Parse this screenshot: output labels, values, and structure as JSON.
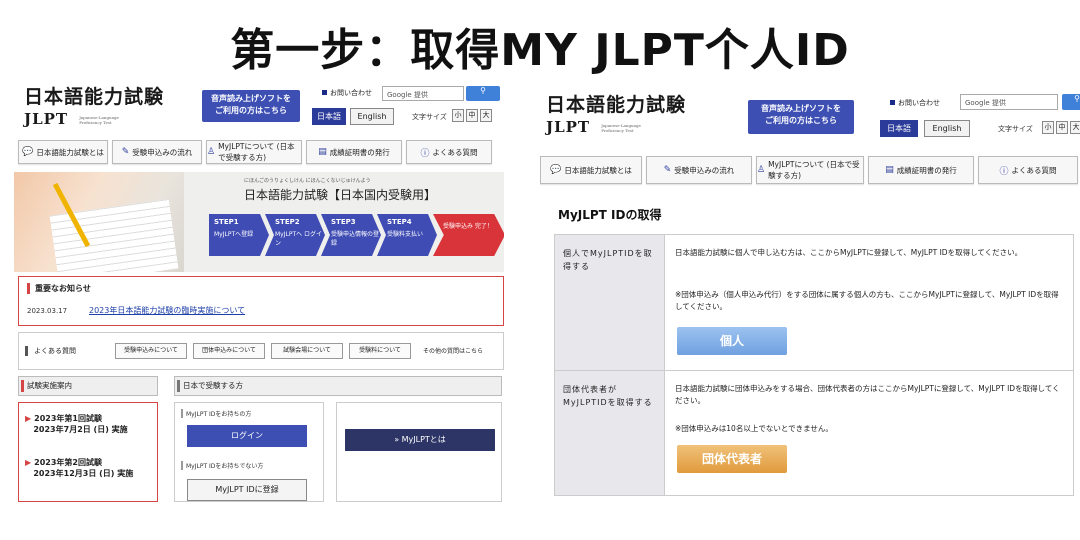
{
  "main_title": "第一步：取得MY JLPT个人ID",
  "header": {
    "logo_jp": "日本語能力試験",
    "logo_en": "JLPT",
    "logo_sub": "Japanese-Language Proficiency Test",
    "banner_line1": "音声読み上げソフトを",
    "banner_line2": "ご利用の方はこちら",
    "contact": "お問い合わせ",
    "search_placeholder": "Google 提供",
    "search_icon": "search-icon",
    "lang_jp": "日本語",
    "lang_en": "English",
    "font_size_label": "文字サイズ",
    "font_sizes": [
      "小",
      "中",
      "大"
    ]
  },
  "nav": [
    {
      "icon": "speech-bubble-icon",
      "label": "日本語能力試験とは"
    },
    {
      "icon": "pencil-icon",
      "label": "受験申込みの流れ"
    },
    {
      "icon": "person-icon",
      "label": "MyJLPTについて (日本で受験する方)"
    },
    {
      "icon": "document-icon",
      "label": "成績証明書の発行"
    },
    {
      "icon": "question-icon",
      "label": "よくある質問"
    }
  ],
  "hero": {
    "ruby": "にほんごのうりょくしけん にほんこくないじゅけんよう",
    "title": "日本語能力試験【日本国内受験用】",
    "steps": [
      {
        "step": "STEP1",
        "text": "MyJLPTへ登録"
      },
      {
        "step": "STEP2",
        "text": "MyJLPTへ ログイン"
      },
      {
        "step": "STEP3",
        "text": "受験申込情報の登録"
      },
      {
        "step": "STEP4",
        "text": "受験料支払い"
      },
      {
        "step": "",
        "text": "受験申込み 完了！"
      }
    ]
  },
  "notice": {
    "heading": "重要なお知らせ",
    "date": "2023.03.17",
    "link": "2023年日本語能力試験の臨時実施について"
  },
  "faq": {
    "label": "よくある質問",
    "items": [
      "受験申込みについて",
      "団体申込みについて",
      "試験会場について",
      "受験料について"
    ],
    "more": "その他の質問はこちら"
  },
  "sections": {
    "schedule_head": "試験実施案内",
    "japan_head": "日本で受験する方"
  },
  "schedule": [
    {
      "line1": "2023年第1回試験",
      "line2": "2023年7月2日 (日) 実施"
    },
    {
      "line1": "2023年第2回試験",
      "line2": "2023年12月3日 (日) 実施"
    }
  ],
  "login": {
    "have_id": "MyJLPT IDをお持ちの方",
    "login_btn": "ログイン",
    "no_id": "MyJLPT IDをお持ちでない方",
    "register_btn": "MyJLPT IDに登録",
    "about_btn": "» MyJLPTとは"
  },
  "right": {
    "title": "MyJLPT IDの取得",
    "row1_label": "個人でMyJLPTIDを取得する",
    "row1_text1": "日本語能力試験に個人で申し込む方は、ここからMyJLPTに登録して、MyJLPT IDを取得してください。",
    "row1_text2": "※団体申込み（個人申込み代行）をする団体に属する個人の方も、ここからMyJLPTに登録して、MyJLPT IDを取得してください。",
    "row1_btn": "個人",
    "row2_label": "団体代表者がMyJLPTIDを取得する",
    "row2_text1": "日本語能力試験に団体申込みをする場合、団体代表者の方はここからMyJLPTに登録して、MyJLPT IDを取得してください。",
    "row2_text2": "※団体申込みは10名以上でないとできません。",
    "row2_btn": "団体代表者"
  }
}
